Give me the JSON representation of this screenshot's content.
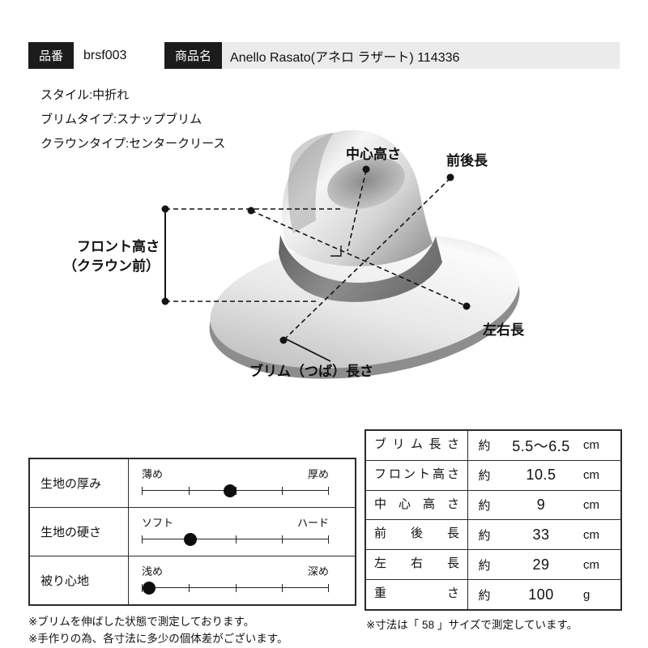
{
  "header": {
    "item_no_label": "品番",
    "item_no_value": "brsf003",
    "product_name_label": "商品名",
    "product_name_value": "Anello Rasato(アネロ ラザート) 114336"
  },
  "attributes": [
    "スタイル:中折れ",
    "ブリムタイプ:スナップブリム",
    "クラウンタイプ:センタークリース"
  ],
  "diagram": {
    "labels": {
      "center_height": "中心高さ",
      "front_back_length": "前後長",
      "front_height_line1": "フロント高さ",
      "front_height_line2": "（クラウン前）",
      "left_right_length": "左右長",
      "brim_length": "ブリム（つば）長さ"
    }
  },
  "scales": {
    "rows": [
      {
        "label": "生地の厚み",
        "min": "薄め",
        "max": "厚め",
        "position_pct": 47
      },
      {
        "label": "生地の硬さ",
        "min": "ソフト",
        "max": "ハード",
        "position_pct": 26
      },
      {
        "label": "被り心地",
        "min": "浅め",
        "max": "深め",
        "position_pct": 4
      }
    ]
  },
  "measurements": {
    "approx_label": "約",
    "rows": [
      {
        "label": "ブリム長さ",
        "value": "5.5〜6.5",
        "unit": "cm"
      },
      {
        "label": "フロント高さ",
        "value": "10.5",
        "unit": "cm"
      },
      {
        "label": "中心高さ",
        "value": "9",
        "unit": "cm"
      },
      {
        "label": "前後長",
        "value": "33",
        "unit": "cm"
      },
      {
        "label": "左右長",
        "value": "29",
        "unit": "cm"
      },
      {
        "label": "重さ",
        "value": "100",
        "unit": "g"
      }
    ]
  },
  "notes": {
    "left": [
      "※ブリムを伸ばした状態で測定しております。",
      "※手作りの為、各寸法に多少の個体差がございます。"
    ],
    "right": "※寸法は「 58 」サイズで測定しています。"
  },
  "colors": {
    "label_bg": "#1c1c1c",
    "value_bg": "#ebebeb",
    "border": "#2b2b2b",
    "ink": "#111111"
  }
}
